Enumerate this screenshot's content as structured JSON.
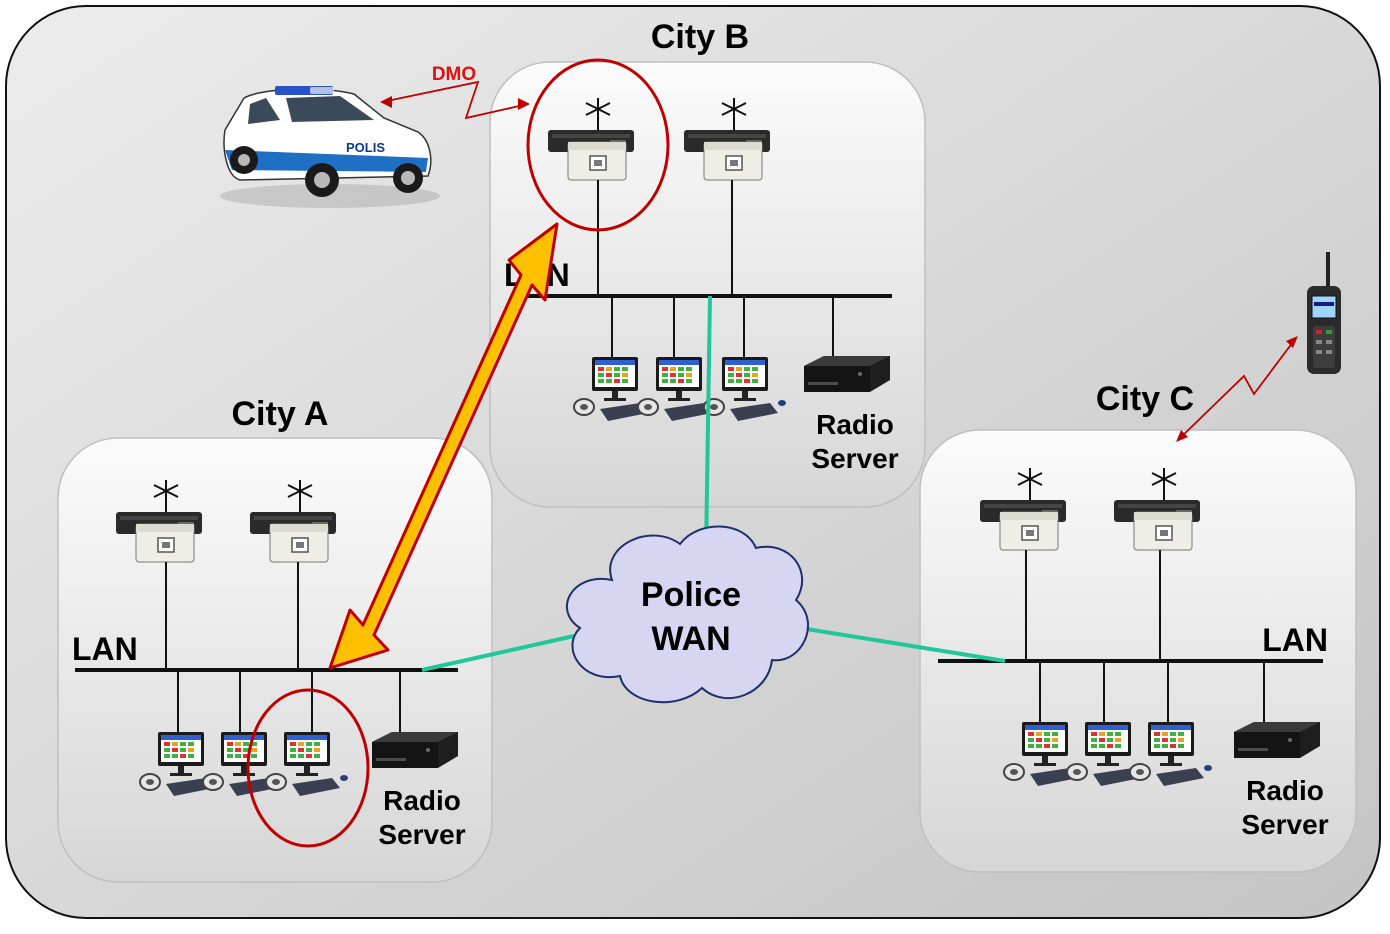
{
  "cities": {
    "a": {
      "title": "City A",
      "lan": "LAN",
      "server_line1": "Radio",
      "server_line2": "Server"
    },
    "b": {
      "title": "City B",
      "lan": "LAN",
      "server_line1": "Radio",
      "server_line2": "Server"
    },
    "c": {
      "title": "City C",
      "lan": "LAN",
      "server_line1": "Radio",
      "server_line2": "Server"
    }
  },
  "wan": {
    "line1": "Police",
    "line2": "WAN"
  },
  "dmo": {
    "label": "DMO"
  },
  "car": {
    "text": "POLIS"
  },
  "colors": {
    "panel_bg": "#d8d8d8",
    "city_box": "#f4f4f4",
    "wan_link": "#1fc79a",
    "highlight": "#c00000",
    "big_arrow": "#ffc000",
    "cloud": "#d6d6f2"
  }
}
